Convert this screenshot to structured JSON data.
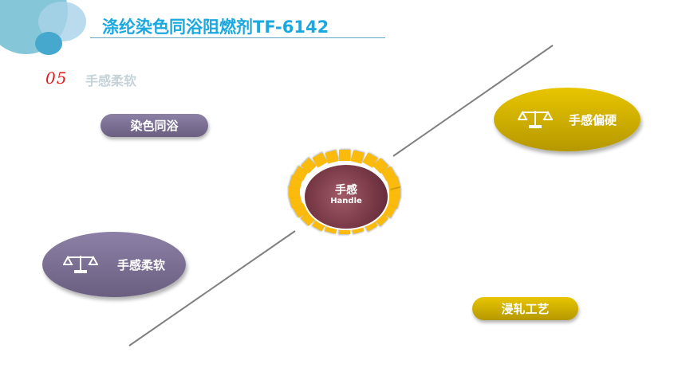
{
  "header": {
    "title": "涤纶染色同浴阻燃剂TF-6142",
    "section_number": "05",
    "section_title": "手感柔软"
  },
  "center": {
    "title": "手感",
    "subtitle": "Handle"
  },
  "labels": {
    "dyeing": "染色同浴",
    "soft": "手感柔软",
    "hard": "手感偏硬",
    "padding": "浸轧工艺"
  },
  "icons": {
    "scale": "balance-scale-icon"
  },
  "colors": {
    "title": "#1aa8e0",
    "purple": "#7a6f92",
    "gold": "#d4b300",
    "ring": "#fbbb0c"
  }
}
